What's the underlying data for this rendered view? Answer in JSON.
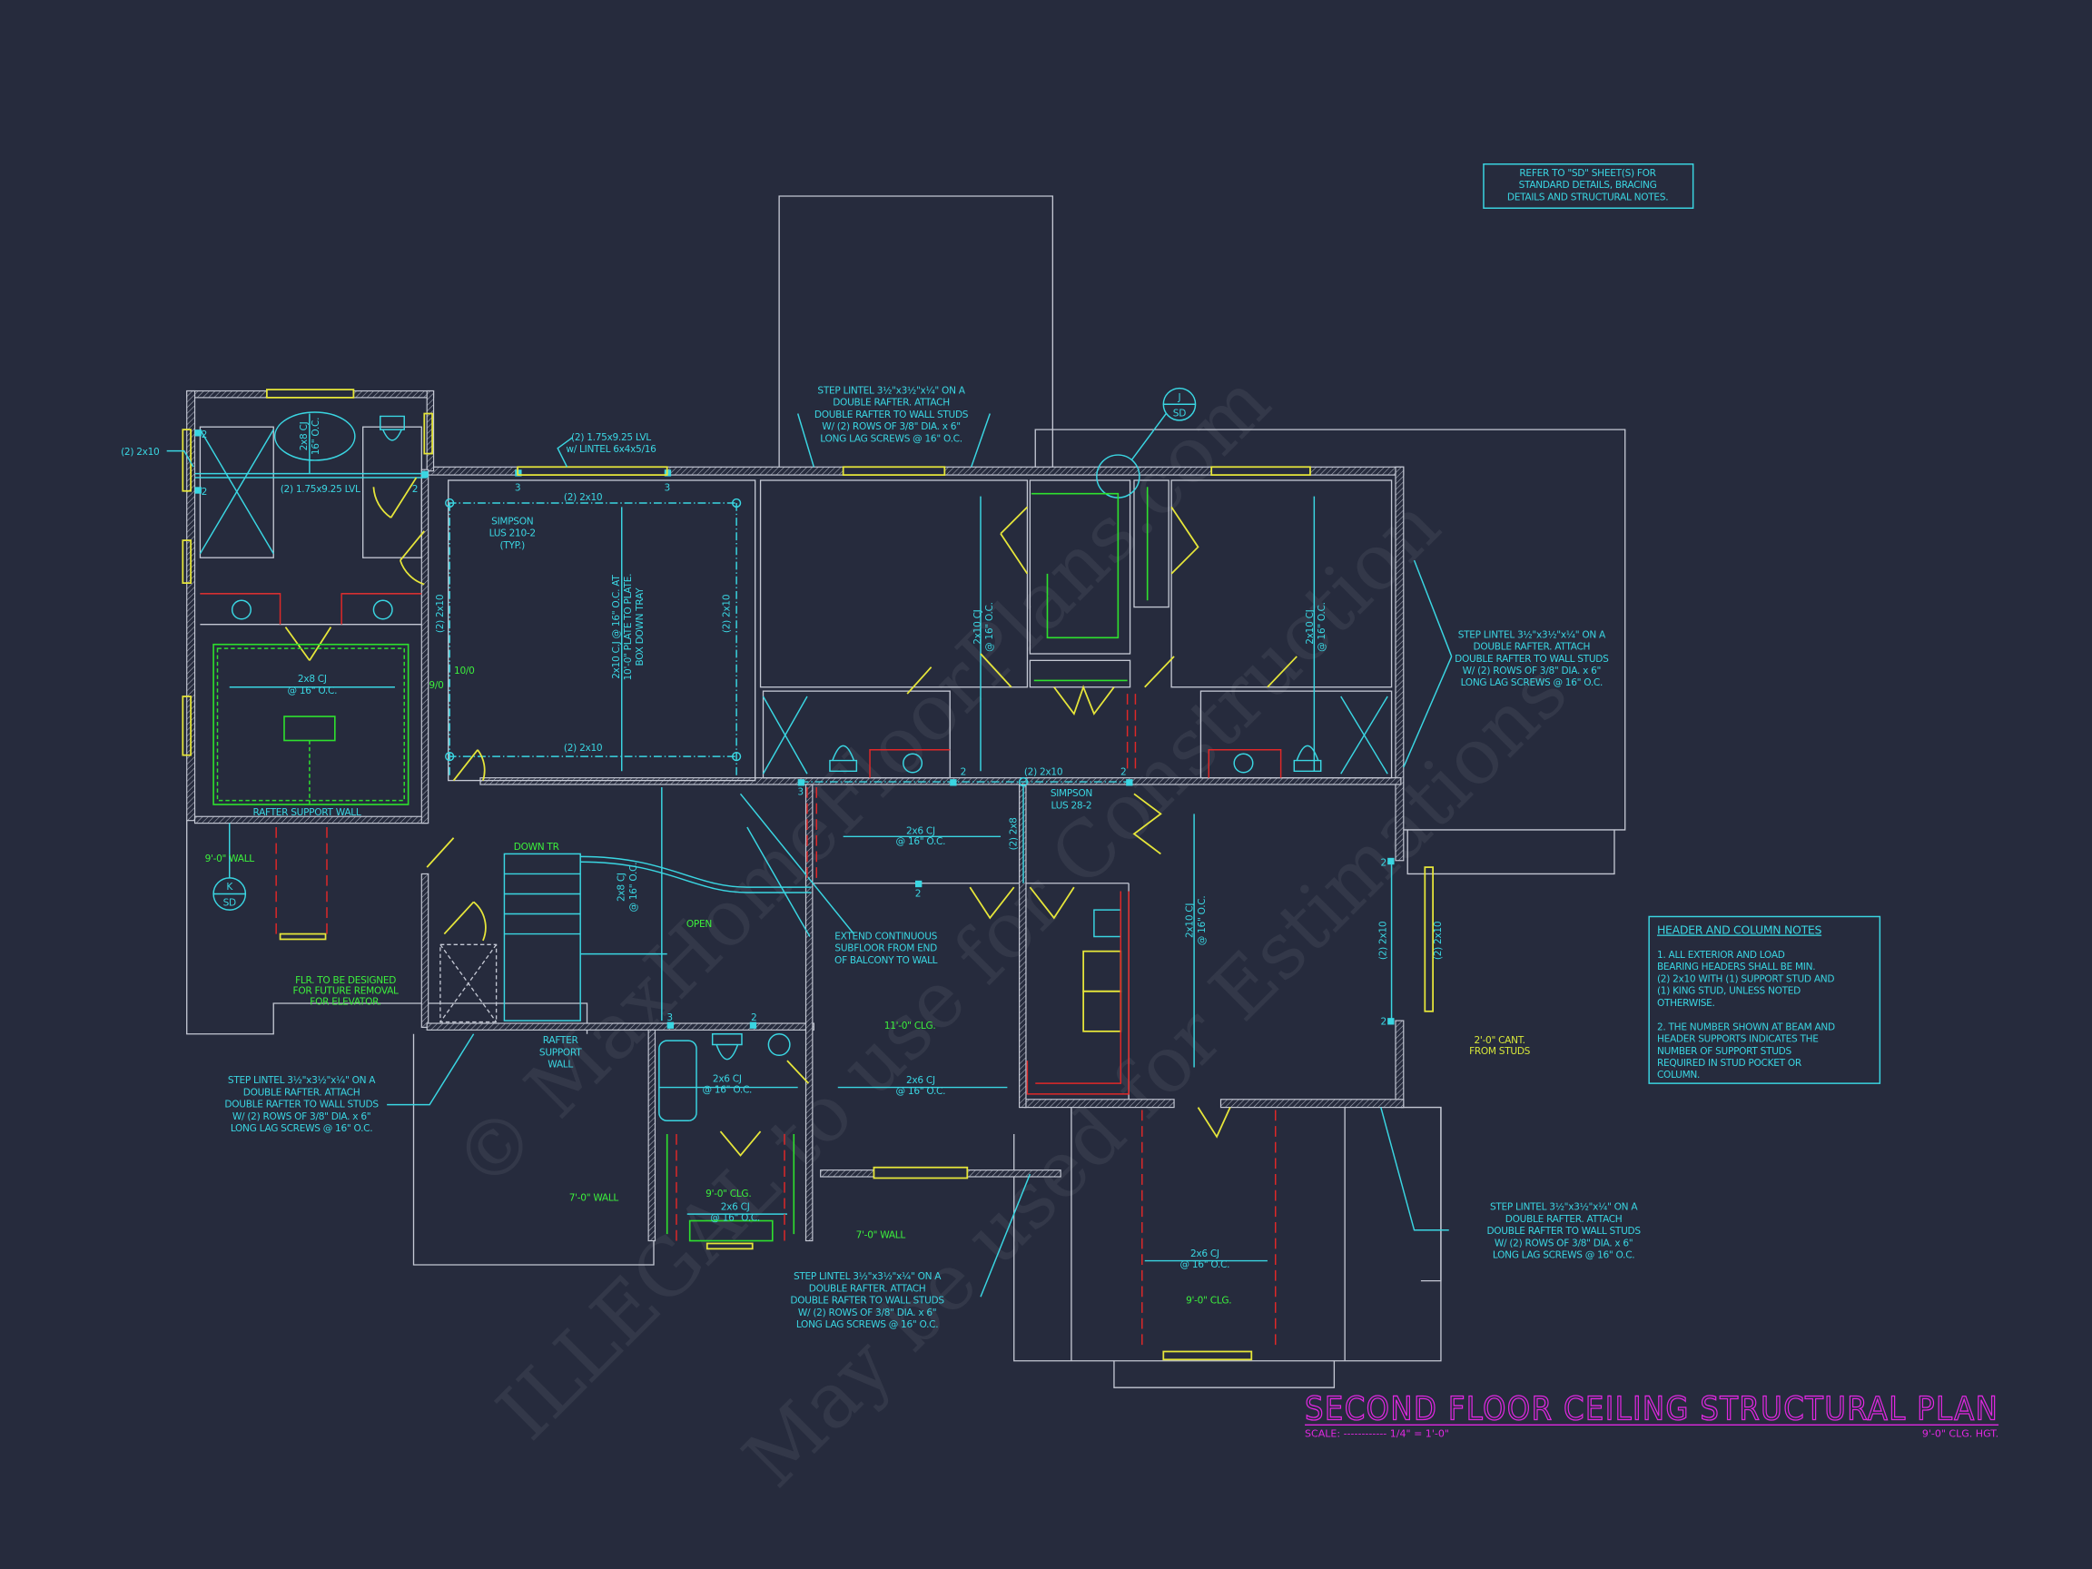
{
  "title": {
    "main": "SECOND FLOOR CEILING STRUCTURAL PLAN",
    "scale_label": "SCALE: ------------ 1/4\" = 1'-0\"",
    "ceiling_height": "9'-0\" CLG. HGT."
  },
  "refer_note": [
    "REFER TO \"SD\" SHEET(S) FOR",
    "STANDARD DETAILS, BRACING",
    "DETAILS AND STRUCTURAL NOTES."
  ],
  "header_column_notes": {
    "heading": "HEADER AND COLUMN NOTES",
    "lines": [
      "1. ALL EXTERIOR AND LOAD",
      "BEARING HEADERS SHALL BE MIN.",
      "(2) 2x10 WITH (1) SUPPORT STUD AND",
      "(1) KING STUD, UNLESS NOTED",
      "OTHERWISE.",
      "",
      "2. THE NUMBER SHOWN AT BEAM AND",
      "HEADER SUPPORTS INDICATES THE",
      "NUMBER OF SUPPORT STUDS",
      "REQUIRED IN STUD POCKET OR",
      "COLUMN."
    ]
  },
  "step_lintel_note": [
    "STEP LINTEL 3½\"x3½\"x¼\" ON A",
    "DOUBLE RAFTER.  ATTACH",
    "DOUBLE RAFTER TO WALL STUDS",
    "W/ (2) ROWS OF 3/8\" DIA. x 6\"",
    "LONG LAG SCREWS @ 16\" O.C."
  ],
  "labels": {
    "two_2x10": "(2) 2x10",
    "lvl": "(2) 1.75x9.25 LVL",
    "lintel_lvl": [
      "(2) 1.75x9.25 LVL",
      "w/ LINTEL 6x4x5/16"
    ],
    "cj_2x8_16": [
      "2x8 CJ",
      "16\" O.C."
    ],
    "cj_2x8": [
      "2x8 CJ",
      "@ 16\" O.C."
    ],
    "cj_2x10": [
      "2x10 CJ",
      "@ 16\" O.C."
    ],
    "cj_2x6": [
      "2x6 CJ",
      "@ 16\" O.C."
    ],
    "simpson_210": [
      "SIMPSON",
      "LUS 210-2",
      "(TYP.)"
    ],
    "simpson_28": [
      "SIMPSON",
      "LUS 28-2"
    ],
    "tray": [
      "2x10 C.J @ 16\" O.C. AT",
      "10'-0\" PLATE TO PLATE.",
      "BOX DOWN TRAY"
    ],
    "two_2x8": "(2) 2x8",
    "h10": "10/0",
    "h9": "9/0",
    "rafter_support_wall": "RAFTER SUPPORT WALL",
    "rafter_support_wall_stack": [
      "RAFTER",
      "SUPPORT",
      "WALL"
    ],
    "wall_9": "9'-0\" WALL",
    "wall_7": "7'-0\" WALL",
    "down_tr": "DOWN TR",
    "open": "OPEN",
    "elevator": [
      "FLR. TO BE DESIGNED",
      "FOR FUTURE REMOVAL",
      "FOR ELEVATOR."
    ],
    "extend_subfloor": [
      "EXTEND CONTINUOUS",
      "SUBFLOOR FROM END",
      "OF BALCONY TO WALL"
    ],
    "clg_11": "11'-0\" CLG.",
    "clg_9": "9'-0\" CLG.",
    "cant": [
      "2'-0\" CANT.",
      "FROM STUDS"
    ],
    "stud_2": "2",
    "stud_3": "3"
  },
  "section_markers": [
    {
      "detail": "J",
      "sheet": "SD"
    },
    {
      "detail": "K",
      "sheet": "SD"
    }
  ],
  "watermark": [
    "© MaxHomeFloorPlans.com",
    "ILLEGAL to use for Construction",
    "May be used for Estimations"
  ],
  "colors": {
    "background": "#262b3d",
    "structural": "#3ad6e2",
    "notes_green": "#3cf03c",
    "windows_doors": "#e6e63a",
    "title": "#e028e0",
    "walls": "#c4c8d4",
    "counters": "#e02828"
  }
}
